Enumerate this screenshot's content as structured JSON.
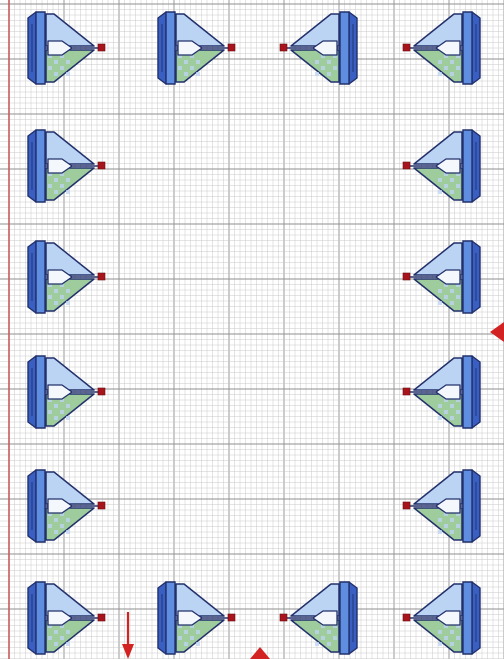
{
  "pattern": {
    "colors": {
      "background": "#ffffff",
      "grid_minor": "#c4c4c4",
      "grid_major": "#8f8f8f",
      "border_left": "#c65a5a",
      "outline": "#22306b",
      "hull_dark": "#3a5fc2",
      "hull_light": "#5f8ee0",
      "sail_light": "#bcd4f4",
      "sail_green": "#9fcc9d",
      "sail_white": "#f4f8fc",
      "flag": "#a8141c",
      "marker": "#d32222"
    },
    "motif": "sailboat-icon",
    "boats": [
      {
        "row": 0,
        "col": 0,
        "facing": "right"
      },
      {
        "row": 0,
        "col": 1,
        "facing": "right"
      },
      {
        "row": 0,
        "col": 2,
        "facing": "left"
      },
      {
        "row": 0,
        "col": 3,
        "facing": "left"
      },
      {
        "row": 1,
        "col": 0,
        "facing": "right"
      },
      {
        "row": 1,
        "col": 3,
        "facing": "left"
      },
      {
        "row": 2,
        "col": 0,
        "facing": "right"
      },
      {
        "row": 2,
        "col": 3,
        "facing": "left"
      },
      {
        "row": 3,
        "col": 0,
        "facing": "right"
      },
      {
        "row": 3,
        "col": 3,
        "facing": "left"
      },
      {
        "row": 4,
        "col": 0,
        "facing": "right"
      },
      {
        "row": 4,
        "col": 3,
        "facing": "left"
      },
      {
        "row": 5,
        "col": 0,
        "facing": "right"
      },
      {
        "row": 5,
        "col": 1,
        "facing": "right"
      },
      {
        "row": 5,
        "col": 2,
        "facing": "left"
      },
      {
        "row": 5,
        "col": 3,
        "facing": "left"
      }
    ],
    "markers": [
      {
        "kind": "arrow-down-icon"
      },
      {
        "kind": "triangle-up-icon"
      },
      {
        "kind": "triangle-left-icon"
      }
    ]
  }
}
